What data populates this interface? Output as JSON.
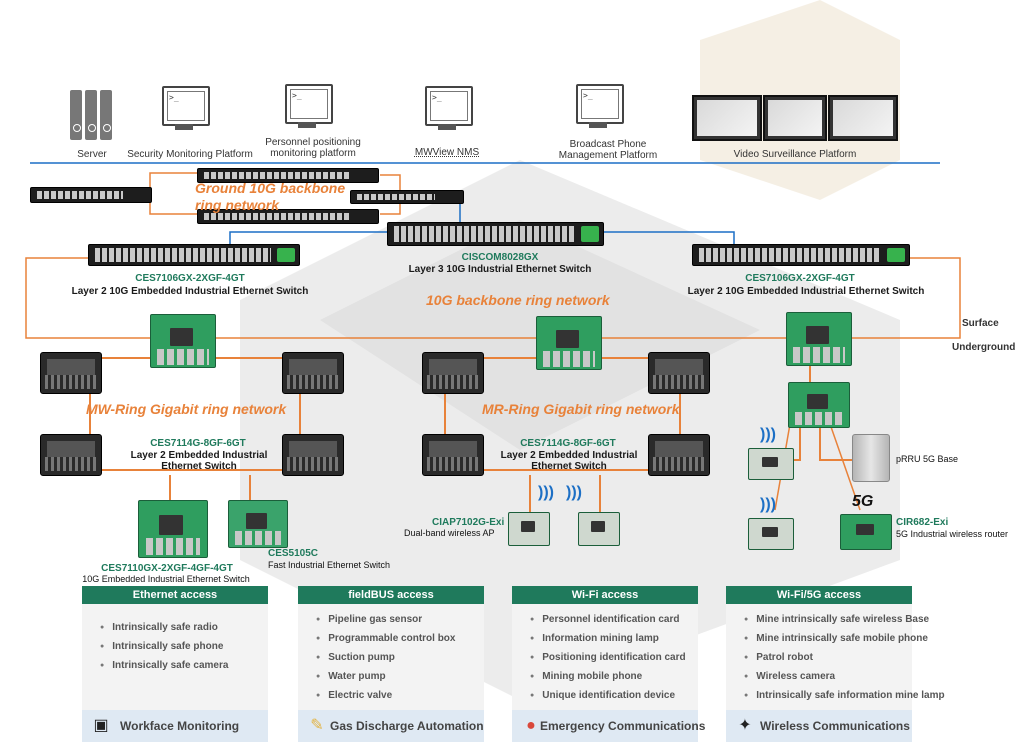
{
  "platforms": {
    "server": "Server",
    "security": "Security Monitoring Platform",
    "personnel": "Personnel positioning monitoring platform",
    "nms": "MWView NMS",
    "broadcast": "Broadcast Phone Management Platform",
    "video": "Video Surveillance Platform"
  },
  "rings": {
    "ground": "Ground 10G backbone ring network",
    "backbone": "10G backbone ring network",
    "mw": "MW-Ring Gigabit ring network",
    "mr": "MR-Ring Gigabit ring network"
  },
  "zones": {
    "surface": "Surface",
    "underground": "Underground"
  },
  "devices": {
    "core": {
      "model": "CISCOM8028GX",
      "desc": "Layer 3 10G Industrial Ethernet Switch"
    },
    "left_l2": {
      "model": "CES7106GX-2XGF-4GT",
      "desc": "Layer 2 10G Embedded Industrial Ethernet Switch"
    },
    "right_l2": {
      "model": "CES7106GX-2XGF-4GT",
      "desc": "Layer 2 10G Embedded Industrial Ethernet Switch"
    },
    "mw_ring": {
      "model": "CES7114G-8GF-6GT",
      "desc": "Layer 2 Embedded Industrial Ethernet Switch"
    },
    "mr_ring": {
      "model": "CES7114G-8GF-6GT",
      "desc": "Layer 2 Embedded Industrial Ethernet Switch"
    },
    "edge_10g": {
      "model": "CES7110GX-2XGF-4GF-4GT",
      "desc": "10G Embedded Industrial Ethernet Switch"
    },
    "fast": {
      "model": "CES5105C",
      "desc": "Fast Industrial Ethernet Switch"
    },
    "ap": {
      "model": "CIAP7102G-Exi",
      "desc": "Dual-band wireless AP"
    },
    "prru": {
      "desc": "pRRU 5G Base"
    },
    "router": {
      "model": "CIR682-Exi",
      "desc": "5G Industrial wireless router",
      "badge": "5G"
    }
  },
  "panels": [
    {
      "title": "Ethernet access",
      "items": [
        "Intrinsically safe radio",
        "Intrinsically safe phone",
        "Intrinsically safe camera"
      ],
      "footer": "Workface Monitoring",
      "icon": "camera-icon"
    },
    {
      "title": "fieldBUS access",
      "items": [
        "Pipeline gas sensor",
        "Programmable control box",
        "Suction pump",
        "Water pump",
        "Electric valve"
      ],
      "footer": "Gas Discharge Automation",
      "icon": "gas-icon"
    },
    {
      "title": "Wi-Fi access",
      "items": [
        "Personnel identification card",
        "Information mining lamp",
        "Positioning identification card",
        "Mining mobile phone",
        "Unique identification device"
      ],
      "footer": "Emergency Communications",
      "icon": "location-pin-icon"
    },
    {
      "title": "Wi-Fi/5G access",
      "items": [
        "Mine intrinsically safe wireless Base",
        "Mine intrinsically safe mobile phone",
        "Patrol robot",
        "Wireless camera",
        "Intrinsically safe information mine lamp"
      ],
      "footer": "Wireless Communications",
      "icon": "antenna-icon"
    }
  ],
  "colors": {
    "ring": "#e8823a",
    "green": "#1f7a5c",
    "link": "#1c6fc5"
  }
}
